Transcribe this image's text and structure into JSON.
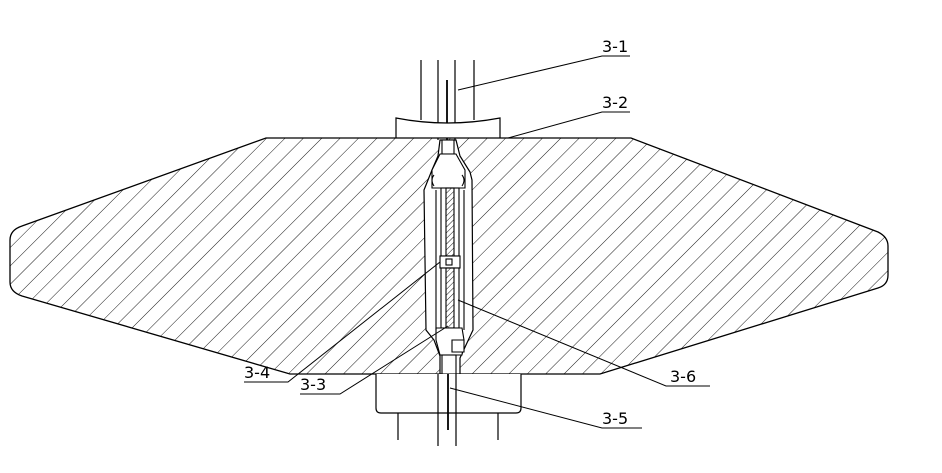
{
  "diagram": {
    "labels": {
      "l31": "3-1",
      "l32": "3-2",
      "l33": "3-3",
      "l34": "3-4",
      "l35": "3-5",
      "l36": "3-6"
    },
    "colors": {
      "line": "#000000",
      "hatch": "#000000",
      "background": "#ffffff"
    }
  }
}
